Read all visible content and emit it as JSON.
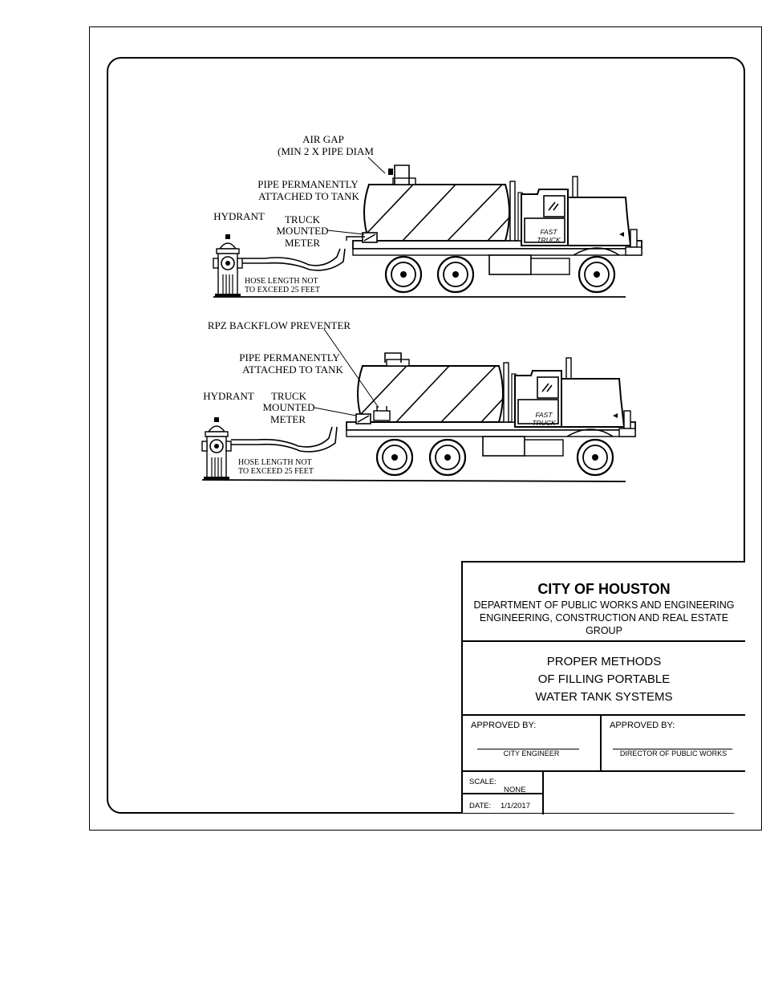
{
  "diagram": {
    "top": {
      "air_gap_1": "AIR GAP",
      "air_gap_2": "(MIN 2 X PIPE DIAM",
      "pipe_1": "PIPE PERMANENTLY",
      "pipe_2": "ATTACHED TO TANK",
      "hydrant": "HYDRANT",
      "meter_1": "TRUCK",
      "meter_2": "MOUNTED",
      "meter_3": "METER",
      "hose_1": "HOSE LENGTH NOT",
      "hose_2": "TO EXCEED 25 FEET",
      "truck_logo_1": "FAST",
      "truck_logo_2": "TRUCK"
    },
    "bottom": {
      "rpz": "RPZ BACKFLOW PREVENTER",
      "pipe_1": "PIPE PERMANENTLY",
      "pipe_2": "ATTACHED TO TANK",
      "hydrant": "HYDRANT",
      "meter_1": "TRUCK",
      "meter_2": "MOUNTED",
      "meter_3": "METER",
      "hose_1": "HOSE LENGTH NOT",
      "hose_2": "TO EXCEED 25 FEET",
      "truck_logo_1": "FAST",
      "truck_logo_2": "TRUCK"
    }
  },
  "title_block": {
    "city": "CITY OF HOUSTON",
    "dept_1": "DEPARTMENT OF PUBLIC WORKS AND ENGINEERING",
    "dept_2": "ENGINEERING, CONSTRUCTION AND REAL ESTATE",
    "dept_3": "GROUP",
    "title_1": "PROPER METHODS",
    "title_2": "OF FILLING PORTABLE",
    "title_3": "WATER TANK SYSTEMS",
    "approved_label_left": "APPROVED BY:",
    "approved_name_left": "CITY ENGINEER",
    "approved_label_right": "APPROVED BY:",
    "approved_name_right": "DIRECTOR OF PUBLIC WORKS",
    "scale_label": "SCALE:",
    "scale_value": "NONE",
    "date_label": "DATE:",
    "date_value": "1/1/2017"
  }
}
